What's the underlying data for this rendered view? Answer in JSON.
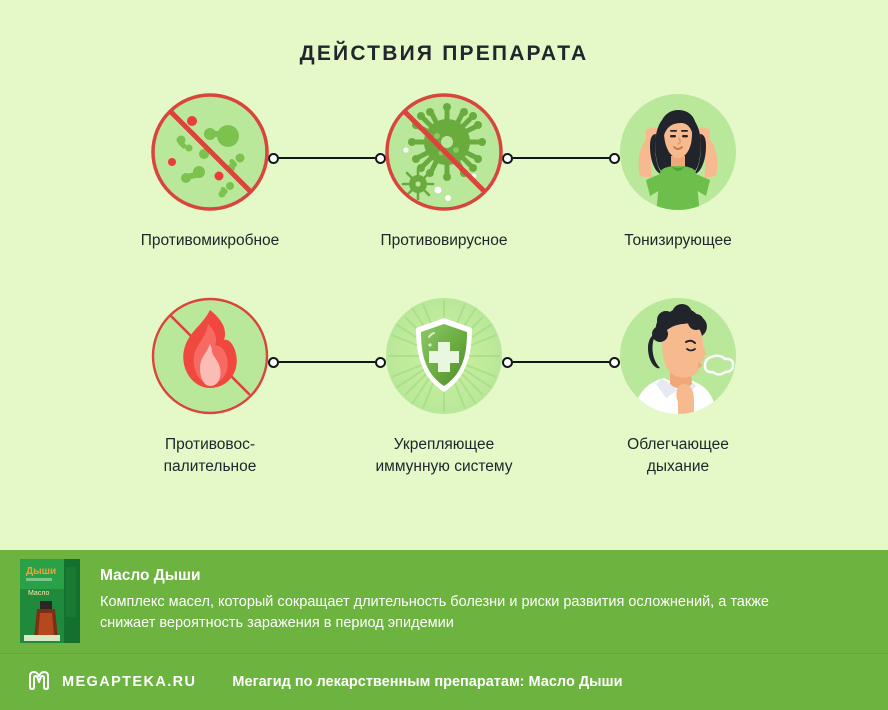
{
  "header": {
    "title": "ДЕЙСТВИЯ ПРЕПАРАТА"
  },
  "effects": {
    "row1": [
      {
        "label": "Противомикробное",
        "icon": "no-microbes-icon"
      },
      {
        "label": "Противовирусное",
        "icon": "no-virus-icon"
      },
      {
        "label": "Тонизирующее",
        "icon": "flexing-woman-icon"
      }
    ],
    "row2": [
      {
        "label": "Противовос-\nпалительное",
        "icon": "no-flame-icon"
      },
      {
        "label": "Укрепляющее\nиммунную систему",
        "icon": "shield-cross-icon"
      },
      {
        "label": "Облегчающее\nдыхание",
        "icon": "breathing-man-icon"
      }
    ]
  },
  "banner": {
    "product_image_alt": "maslo-dyshi-box",
    "product_box_brand": "Дыши",
    "product_box_sub": "Масло",
    "title": "Масло Дыши",
    "description": "Комплекс масел, который сокращает длительность болезни и риски развития осложнений, а также снижает вероятность заражения в период эпидемии"
  },
  "footer": {
    "logo": "megapteka-m-logo-icon",
    "brand": "MEGAPTEKA.RU",
    "caption": "Мегагид по лекарственным препаратам: Масло Дыши"
  },
  "colors": {
    "page_background": "#e4f8c8",
    "banner_green": "#6cb33f",
    "prohibition_red": "#d9453c",
    "icon_circle_green": "#b9e89a",
    "text_dark": "#20262b"
  }
}
